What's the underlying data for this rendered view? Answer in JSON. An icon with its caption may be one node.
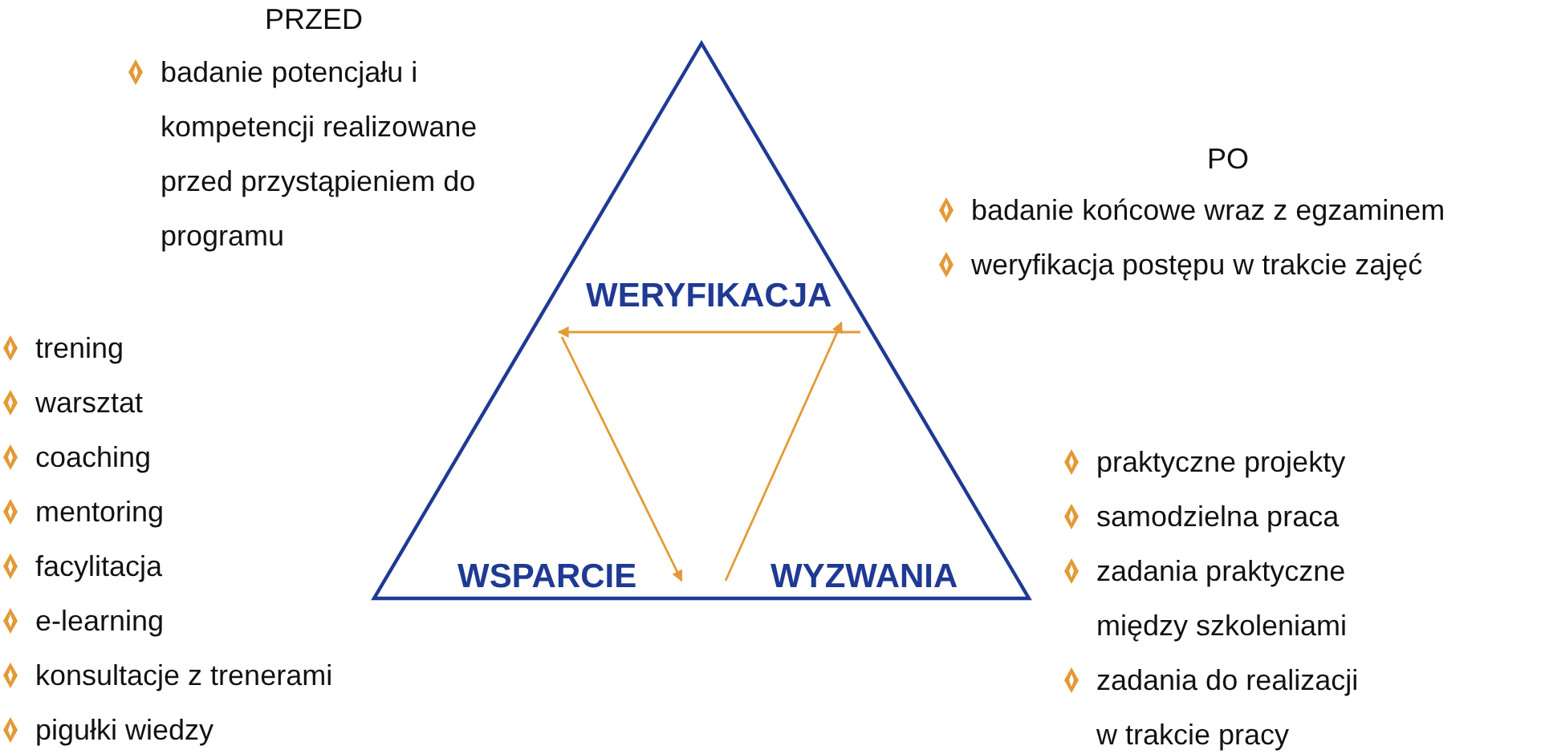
{
  "diagram": {
    "nodes": [
      {
        "text": [],
        "shape": "triangle"
      },
      {
        "text": [
          "WERYFIKACJA"
        ],
        "in": 0
      },
      {
        "text": [
          "WSPARCIE"
        ],
        "in": 0
      },
      {
        "text": [
          "WYZWANIA"
        ],
        "in": 0
      }
    ],
    "edges": [
      {
        "from": 1,
        "to": 2,
        "arrow": "to"
      },
      {
        "from": 3,
        "to": 1,
        "arrow": "to"
      },
      {
        "from": null,
        "to": 1,
        "arrow": "to"
      }
    ],
    "labels": [
      "PRZED",
      "badanie potencjału i kompetencji realizowane przed przystąpieniem do programu",
      "PO",
      "badanie końcowe wraz z egzaminem",
      "weryfikacja postępu w trakcie zajęć",
      "trening",
      "warsztat",
      "coaching",
      "mentoring",
      "facylitacja",
      "e-learning",
      "konsultacje z trenerami",
      "pigułki wiedzy",
      "praktyczne projekty",
      "samodzielna praca",
      "zadania praktyczne między szkoleniami",
      "zadania do realizacji w trakcie pracy"
    ]
  }
}
